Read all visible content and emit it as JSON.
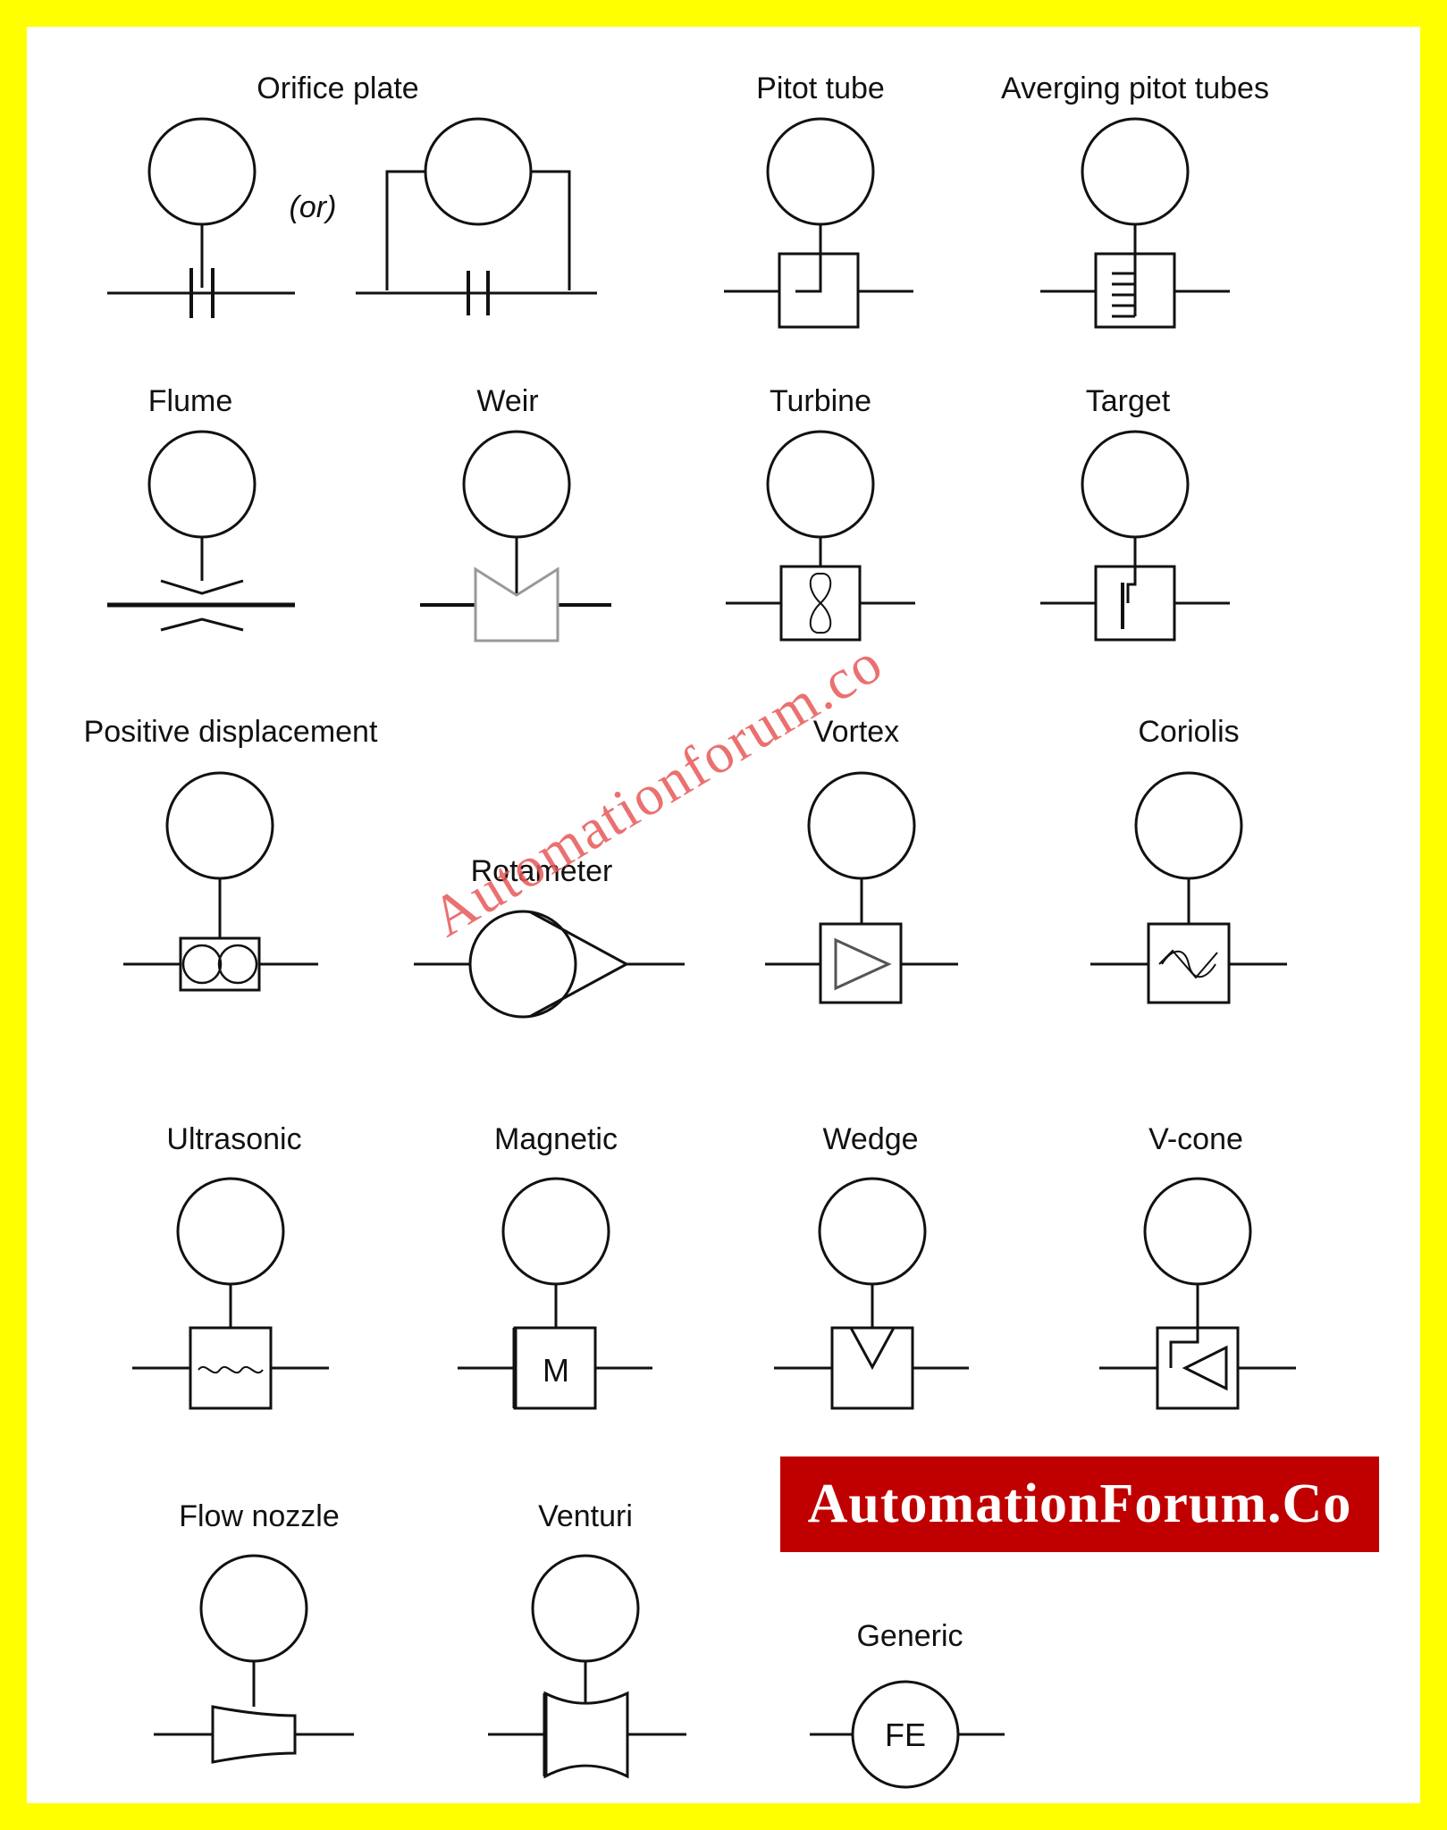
{
  "colors": {
    "border": "#ffff00",
    "brand_bg": "#c00000",
    "brand_text": "#ffffff",
    "watermark": "#e85858",
    "ink": "#111111"
  },
  "watermark": "Automationforum.co",
  "brand": "AutomationForum.Co",
  "symbols": {
    "orifice": {
      "label": "Orifice plate",
      "or_text": "(or)"
    },
    "pitot": {
      "label": "Pitot tube"
    },
    "averaging_pitot": {
      "label": "Averging pitot tubes"
    },
    "flume": {
      "label": "Flume"
    },
    "weir": {
      "label": "Weir"
    },
    "turbine": {
      "label": "Turbine"
    },
    "target": {
      "label": "Target"
    },
    "positive_displacement": {
      "label": "Positive displacement"
    },
    "rotameter": {
      "label": "Rotameter"
    },
    "vortex": {
      "label": "Vortex"
    },
    "coriolis": {
      "label": "Coriolis"
    },
    "ultrasonic": {
      "label": "Ultrasonic"
    },
    "magnetic": {
      "label": "Magnetic",
      "inner": "M"
    },
    "wedge": {
      "label": "Wedge"
    },
    "vcone": {
      "label": "V-cone"
    },
    "flow_nozzle": {
      "label": "Flow nozzle"
    },
    "venturi": {
      "label": "Venturi"
    },
    "generic": {
      "label": "Generic",
      "inner": "FE"
    }
  }
}
